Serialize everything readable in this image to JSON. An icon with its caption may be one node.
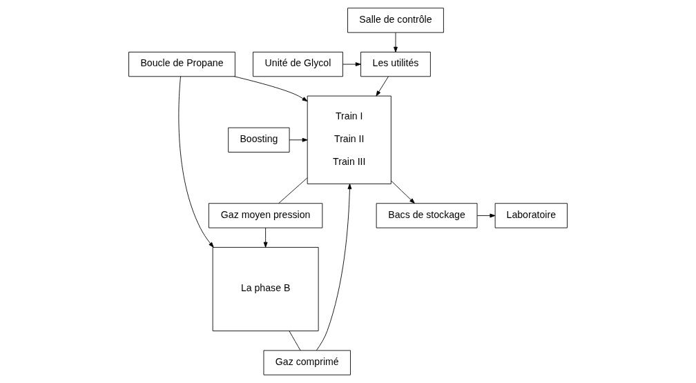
{
  "diagram": {
    "nodes": [
      {
        "text": [
          "Salle de contrôle"
        ]
      },
      {
        "text": [
          "Les utilités"
        ]
      },
      {
        "text": [
          "Unité de Glycol"
        ]
      },
      {
        "text": [
          "Train I",
          "Train II",
          "Train III"
        ]
      },
      {
        "text": [
          "Boosting"
        ]
      },
      {
        "text": [
          "Gaz moyen pression"
        ]
      },
      {
        "text": [
          "Gaz comprimé"
        ]
      },
      {
        "text": [
          "Boucle de Propane"
        ]
      },
      {
        "text": [
          "La phase B"
        ]
      },
      {
        "text": [
          "Bacs de stockage"
        ]
      },
      {
        "text": [
          "Laboratoire"
        ]
      }
    ],
    "edges": [
      {
        "from": 0,
        "to": 1,
        "arrow": "to"
      },
      {
        "from": 2,
        "to": 1,
        "arrow": "to"
      },
      {
        "from": 1,
        "to": 3,
        "arrow": "to"
      },
      {
        "from": 4,
        "to": 3,
        "arrow": "to"
      },
      {
        "from": 3,
        "to": 5,
        "arrow": "none"
      },
      {
        "from": 5,
        "to": 8,
        "arrow": "to"
      },
      {
        "from": 8,
        "to": 6,
        "arrow": "none"
      },
      {
        "from": 6,
        "to": 3,
        "arrow": "to"
      },
      {
        "from": 7,
        "to": 3,
        "arrow": "to"
      },
      {
        "from": 7,
        "to": 8,
        "arrow": "to"
      },
      {
        "from": 3,
        "to": 9,
        "arrow": "to"
      },
      {
        "from": 9,
        "to": 10,
        "arrow": "to"
      }
    ]
  }
}
